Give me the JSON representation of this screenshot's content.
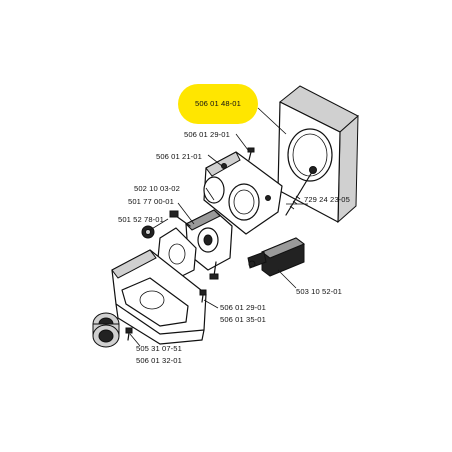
{
  "highlight_color": "#ffe600",
  "parts": [
    {
      "number": "506 01 48-01",
      "highlighted": true
    },
    {
      "number": "506 01 29-01",
      "highlighted": false
    },
    {
      "number": "506 01 21-01",
      "highlighted": false
    },
    {
      "number": "502 10 03-02",
      "highlighted": false
    },
    {
      "number": "501 77 00-01",
      "highlighted": false
    },
    {
      "number": "501 52 78-01",
      "highlighted": false
    },
    {
      "number": "729 24 23-05",
      "highlighted": false
    },
    {
      "number": "503 10 52-01",
      "highlighted": false
    },
    {
      "number": "506 01 29-01",
      "highlighted": false
    },
    {
      "number": "506 01 35-01",
      "highlighted": false
    },
    {
      "number": "505 31 07-51",
      "highlighted": false
    },
    {
      "number": "506 01 32-01",
      "highlighted": false
    }
  ]
}
